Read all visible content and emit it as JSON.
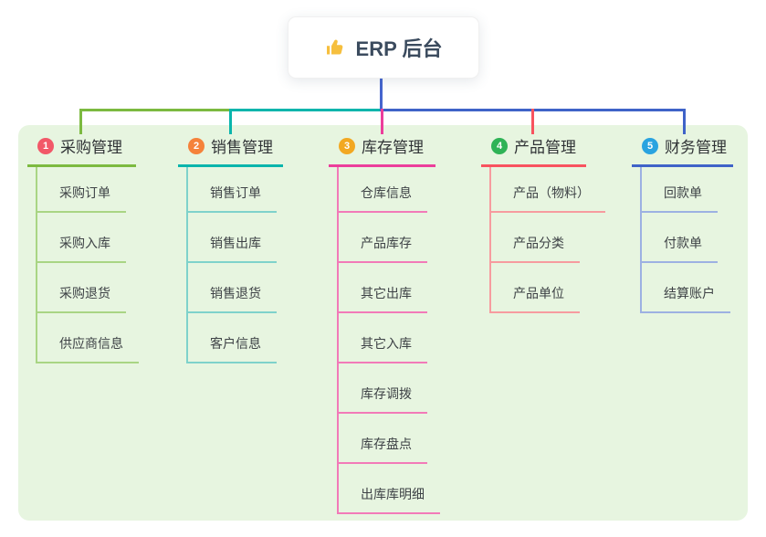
{
  "page": {
    "background": "#ffffff"
  },
  "panel": {
    "background": "#e7f5e0"
  },
  "text_colors": {
    "heading": "#303336",
    "item": "#3e4246"
  },
  "root": {
    "label": "ERP 后台",
    "icon": "thumbs-up-icon",
    "icon_color": "#f6bf3e",
    "text_color": "#3b4b5e",
    "connector_color": "#4565ce"
  },
  "branches": [
    {
      "key": "purchase",
      "badge": "1",
      "label": "采购管理",
      "badge_color": "#f25868",
      "line_color": "#7cba40",
      "child_line_color": "#a9d584",
      "children": [
        "采购订单",
        "采购入库",
        "采购退货",
        "供应商信息"
      ]
    },
    {
      "key": "sales",
      "badge": "2",
      "label": "销售管理",
      "badge_color": "#f5823a",
      "line_color": "#0ab5ac",
      "child_line_color": "#7fd2cb",
      "children": [
        "销售订单",
        "销售出库",
        "销售退货",
        "客户信息"
      ]
    },
    {
      "key": "inventory",
      "badge": "3",
      "label": "库存管理",
      "badge_color": "#f2a822",
      "line_color": "#ec3e9b",
      "child_line_color": "#f27ab8",
      "children": [
        "仓库信息",
        "产品库存",
        "其它出库",
        "其它入库",
        "库存调拨",
        "库存盘点",
        "出库库明细"
      ]
    },
    {
      "key": "product",
      "badge": "4",
      "label": "产品管理",
      "badge_color": "#2fb356",
      "line_color": "#f8535f",
      "child_line_color": "#f79b9f",
      "children": [
        "产品（物料）",
        "产品分类",
        "产品单位"
      ]
    },
    {
      "key": "finance",
      "badge": "5",
      "label": "财务管理",
      "badge_color": "#29a3e0",
      "line_color": "#3f63c8",
      "child_line_color": "#9db1e2",
      "children": [
        "回款单",
        "付款单",
        "结算账户"
      ]
    }
  ]
}
